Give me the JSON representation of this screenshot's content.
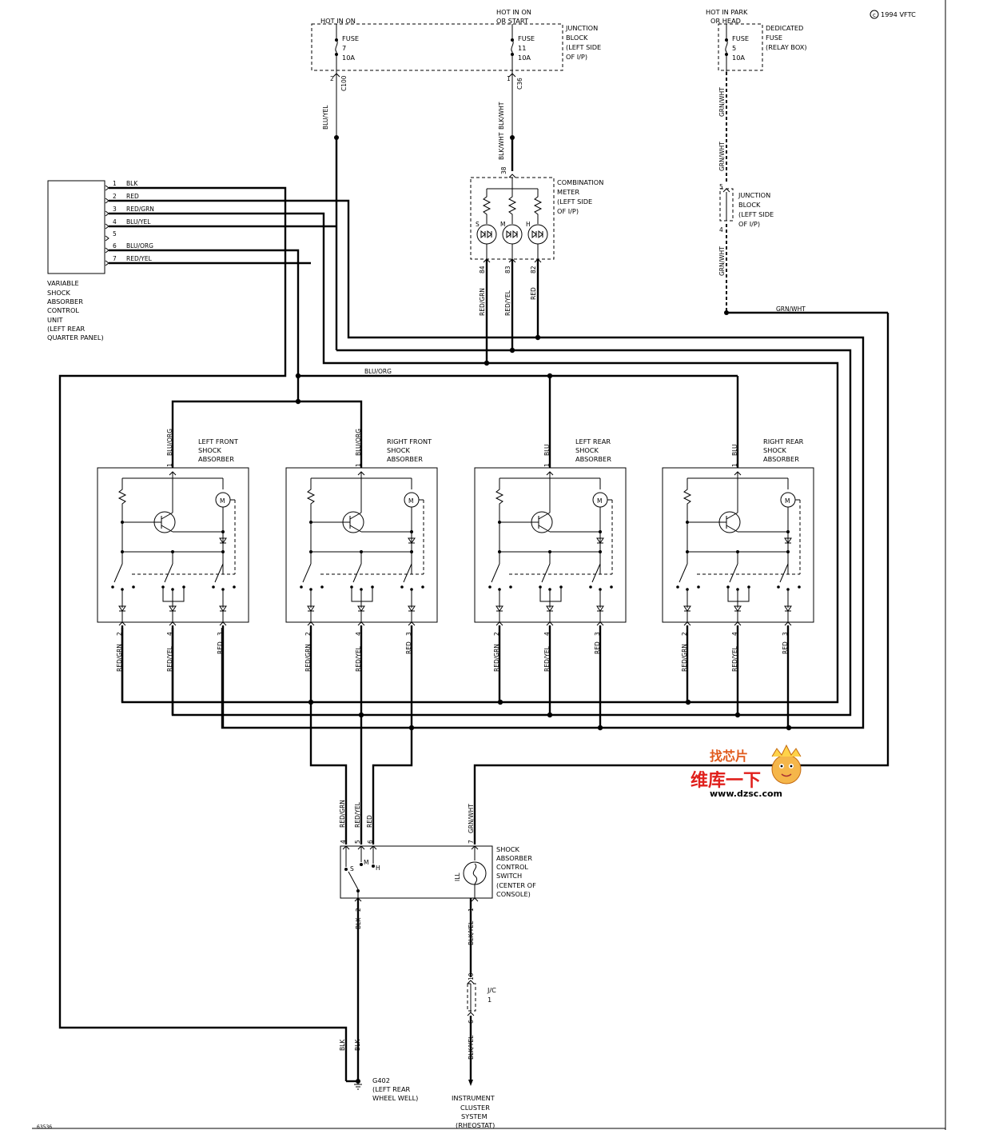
{
  "copyright": "1994 VFTC",
  "figure_number": "63536",
  "watermark": {
    "cn_brand": "维库一下",
    "cn_tag": "找芯片",
    "url": "www.dzsc.com"
  },
  "power_sources": [
    {
      "label_1": "HOT IN ON",
      "label_2": "",
      "fuse": "FUSE",
      "fuse_no": "7",
      "amps": "10A",
      "connector": "C100",
      "pin": "2",
      "wire": "BLU/YEL"
    },
    {
      "label_1": "HOT IN ON",
      "label_2": "OR START",
      "fuse": "FUSE",
      "fuse_no": "11",
      "amps": "10A",
      "connector": "C36",
      "pin": "1",
      "wire": "BLK/WHT"
    },
    {
      "label_1": "HOT IN PARK",
      "label_2": "OR HEAD",
      "fuse": "FUSE",
      "fuse_no": "5",
      "amps": "10A",
      "wire": "GRN/WHT"
    }
  ],
  "junction_block_top": [
    "JUNCTION",
    "BLOCK",
    "(LEFT SIDE",
    "OF I/P)"
  ],
  "dedicated_fuse": [
    "DEDICATED",
    "FUSE",
    "(RELAY BOX)"
  ],
  "junction_block_right": {
    "lines": [
      "JUNCTION",
      "BLOCK",
      "(LEFT SIDE",
      "OF I/P)"
    ],
    "pin_top": "5",
    "pin_bottom": "4",
    "wire_in": "GRN/WHT",
    "wire_out": "GRN/WHT",
    "wire_bus": "GRN/WHT"
  },
  "combination_meter": {
    "lines": [
      "COMBINATION",
      "METER",
      "(LEFT SIDE",
      "OF I/P)"
    ],
    "pin_in": "38",
    "wire_in": "BLK/WHT",
    "lamps": [
      "S",
      "M",
      "H"
    ],
    "pins_out": [
      "84",
      "83",
      "82"
    ],
    "wires_out": [
      "RED/GRN",
      "RED/YEL",
      "RED"
    ]
  },
  "control_unit": {
    "lines": [
      "VARIABLE",
      "SHOCK",
      "ABSORBER",
      "CONTROL",
      "UNIT",
      "(LEFT REAR",
      "QUARTER PANEL)"
    ],
    "pins": [
      {
        "pin": "1",
        "wire": "BLK"
      },
      {
        "pin": "2",
        "wire": "RED"
      },
      {
        "pin": "3",
        "wire": "RED/GRN"
      },
      {
        "pin": "4",
        "wire": "BLU/YEL"
      },
      {
        "pin": "5",
        "wire": ""
      },
      {
        "pin": "6",
        "wire": "BLU/ORG"
      },
      {
        "pin": "7",
        "wire": "RED/YEL"
      }
    ]
  },
  "bus_label": "BLU/ORG",
  "absorbers": [
    {
      "name": [
        "LEFT FRONT",
        "SHOCK",
        "ABSORBER"
      ],
      "in_wire": "BLU/ORG",
      "in_pin": "1",
      "motor": "M",
      "out": [
        {
          "pin": "2",
          "wire": "RED/GRN"
        },
        {
          "pin": "4",
          "wire": "RED/YEL"
        },
        {
          "pin": "3",
          "wire": "RED"
        }
      ]
    },
    {
      "name": [
        "RIGHT FRONT",
        "SHOCK",
        "ABSORBER"
      ],
      "in_wire": "BLU/ORG",
      "in_pin": "1",
      "motor": "M",
      "out": [
        {
          "pin": "2",
          "wire": "RED/GRN"
        },
        {
          "pin": "4",
          "wire": "RED/YEL"
        },
        {
          "pin": "3",
          "wire": "RED"
        }
      ]
    },
    {
      "name": [
        "LEFT REAR",
        "SHOCK",
        "ABSORBER"
      ],
      "in_wire": "BLU",
      "in_pin": "1",
      "motor": "M",
      "out": [
        {
          "pin": "2",
          "wire": "RED/GRN"
        },
        {
          "pin": "4",
          "wire": "RED/YEL"
        },
        {
          "pin": "3",
          "wire": "RED"
        }
      ]
    },
    {
      "name": [
        "RIGHT REAR",
        "SHOCK",
        "ABSORBER"
      ],
      "in_wire": "BLU",
      "in_pin": "1",
      "motor": "M",
      "out": [
        {
          "pin": "2",
          "wire": "RED/GRN"
        },
        {
          "pin": "4",
          "wire": "RED/YEL"
        },
        {
          "pin": "3",
          "wire": "RED"
        }
      ]
    }
  ],
  "switch": {
    "lines": [
      "SHOCK",
      "ABSORBER",
      "CONTROL",
      "SWITCH",
      "(CENTER OF",
      "CONSOLE)"
    ],
    "inputs": [
      {
        "pin": "4",
        "wire": "RED/GRN"
      },
      {
        "pin": "5",
        "wire": "RED/YEL"
      },
      {
        "pin": "6",
        "wire": "RED"
      },
      {
        "pin": "7",
        "wire": "GRN/WHT"
      }
    ],
    "positions": [
      "S",
      "M",
      "H"
    ],
    "ill": "ILL",
    "out_gnd": {
      "pin": "2",
      "wire": "BLK"
    },
    "out_ill": {
      "pin": "1",
      "wire": "BLK/YEL"
    }
  },
  "jc": {
    "label": "J/C",
    "sub": "1",
    "pin_top": "10",
    "pin_bottom": "6",
    "wire_out": "BLK/YEL"
  },
  "ground": {
    "wire_a": "BLK",
    "wire_b": "BLK",
    "name": "G402",
    "lines": [
      "(LEFT REAR",
      "WHEEL WELL)"
    ]
  },
  "instrument": {
    "lines": [
      "INSTRUMENT",
      "CLUSTER",
      "SYSTEM",
      "(RHEOSTAT)"
    ]
  }
}
